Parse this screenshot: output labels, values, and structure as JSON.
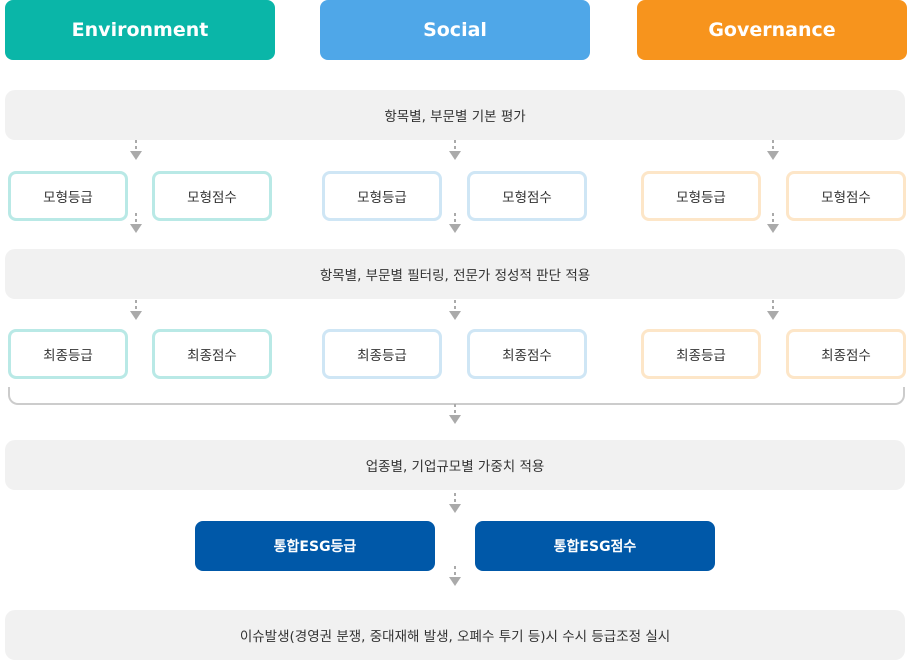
{
  "headers": {
    "environment": "Environment",
    "social": "Social",
    "governance": "Governance"
  },
  "stages": {
    "basic": "항목별, 부문별 기본 평가",
    "filter": "항목별, 부문별 필터링, 전문가 정성적 판단 적용",
    "industry": "업종별, 기업규모별 가중치 적용",
    "issue": "이슈발생(경영권 분쟁, 중대재해 발생, 오폐수 투기 등)시 수시 등급조정 실시"
  },
  "model": {
    "grade": "모형등급",
    "score": "모형점수"
  },
  "final": {
    "grade": "최종등급",
    "score": "최종점수"
  },
  "integrated": {
    "grade": "통합ESG등급",
    "score": "통합ESG점수"
  },
  "colors": {
    "environment": "#0ab6a8",
    "social": "#4fa7e8",
    "governance": "#f7941d",
    "integrated": "#0058a8",
    "band": "#f1f1f1",
    "arrow": "#aaaaaa"
  }
}
